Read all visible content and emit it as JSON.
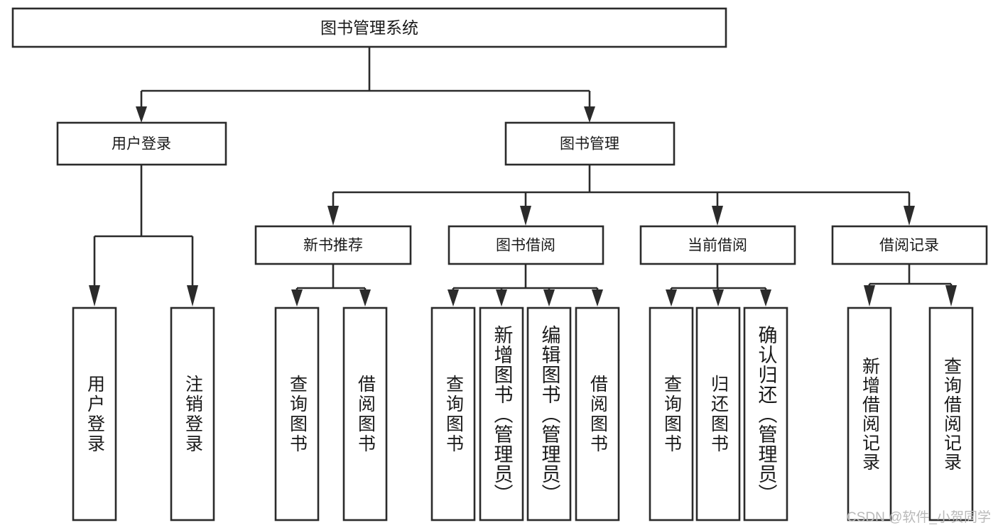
{
  "diagram": {
    "title_node": {
      "label": "图书管理系统"
    },
    "level2": [
      {
        "id": "user-login",
        "label": "用户登录"
      },
      {
        "id": "book-management",
        "label": "图书管理"
      }
    ],
    "level3": [
      {
        "id": "new-book-recommend",
        "label": "新书推荐"
      },
      {
        "id": "book-borrow",
        "label": "图书借阅"
      },
      {
        "id": "current-borrow",
        "label": "当前借阅"
      },
      {
        "id": "borrow-record",
        "label": "借阅记录"
      }
    ],
    "leaves": [
      {
        "id": "leaf-user-login",
        "label": "用户登录",
        "group": "user-login"
      },
      {
        "id": "leaf-logout",
        "label": "注销登录",
        "group": "user-login"
      },
      {
        "id": "leaf-query-book-1",
        "label": "查询图书",
        "group": "new-book-recommend"
      },
      {
        "id": "leaf-borrow-book-1",
        "label": "借阅图书",
        "group": "new-book-recommend"
      },
      {
        "id": "leaf-query-book-2",
        "label": "查询图书",
        "group": "book-borrow"
      },
      {
        "id": "leaf-add-book",
        "label": "新增图书（管理员）",
        "group": "book-borrow"
      },
      {
        "id": "leaf-edit-book",
        "label": "编辑图书（管理员）",
        "group": "book-borrow"
      },
      {
        "id": "leaf-borrow-book-2",
        "label": "借阅图书",
        "group": "book-borrow"
      },
      {
        "id": "leaf-query-book-3",
        "label": "查询图书",
        "group": "current-borrow"
      },
      {
        "id": "leaf-return-book",
        "label": "归还图书",
        "group": "current-borrow"
      },
      {
        "id": "leaf-confirm-return",
        "label": "确认归还（管理员）",
        "group": "current-borrow"
      },
      {
        "id": "leaf-add-record",
        "label": "新增借阅记录",
        "group": "borrow-record"
      },
      {
        "id": "leaf-query-record",
        "label": "查询借阅记录",
        "group": "borrow-record"
      }
    ],
    "watermark": "CSDN @软件_小贺同学",
    "colors": {
      "stroke": "#2b2b2b",
      "fill": "#ffffff",
      "text": "#1a1a1a",
      "watermark": "#b9b9b9"
    }
  }
}
